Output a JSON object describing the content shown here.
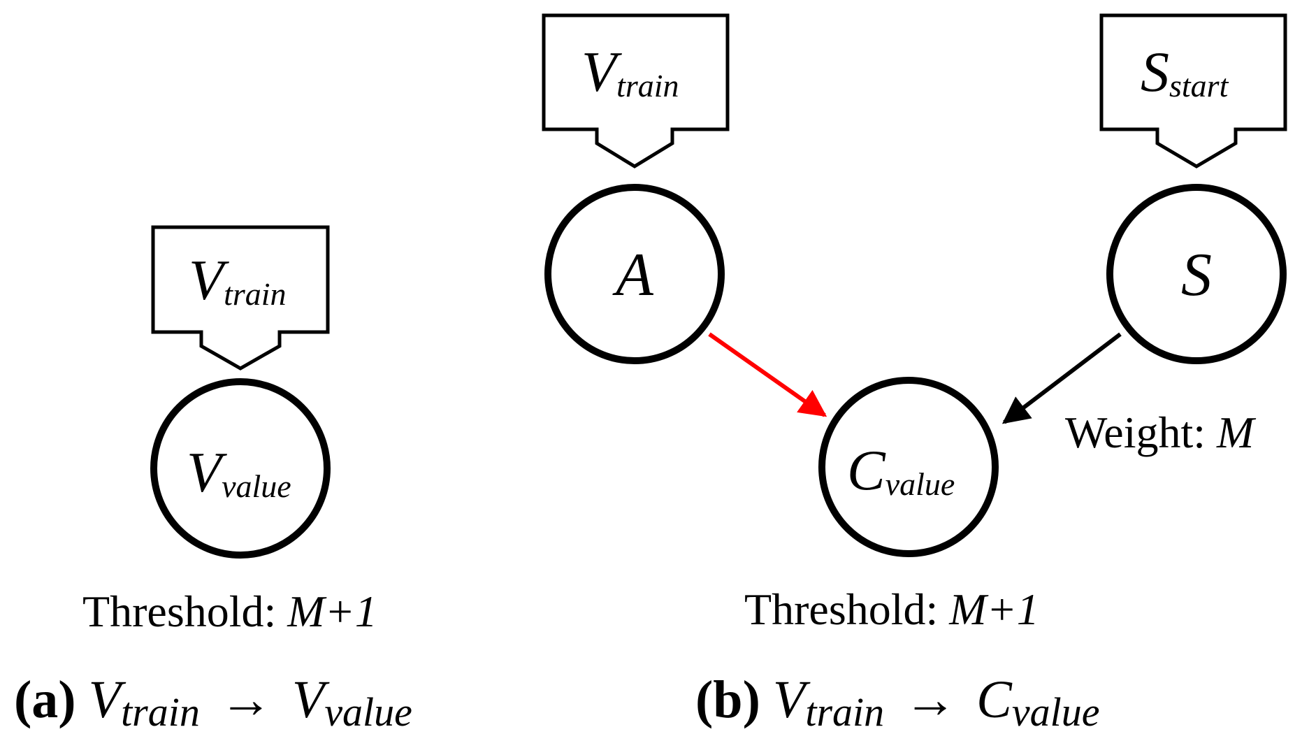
{
  "colors": {
    "stroke": "#000000",
    "activation_edge": "#ff0000",
    "weight_edge": "#000000",
    "background": "#ffffff"
  },
  "panel_a": {
    "input": {
      "base": "V",
      "sub": "train"
    },
    "node": {
      "base": "V",
      "sub": "value"
    },
    "threshold": {
      "label": "Threshold: ",
      "value": "M+1"
    },
    "caption": {
      "letter": "(a)",
      "from_base": "V",
      "from_sub": "train",
      "arrow": "→",
      "to_base": "V",
      "to_sub": "value"
    }
  },
  "panel_b": {
    "input_a": {
      "base": "V",
      "sub": "train"
    },
    "input_s": {
      "base": "S",
      "sub": "start"
    },
    "node_a": {
      "label": "A"
    },
    "node_s": {
      "label": "S"
    },
    "node_c": {
      "base": "C",
      "sub": "value"
    },
    "weight": {
      "label": "Weight: ",
      "value": "M"
    },
    "threshold": {
      "label": "Threshold: ",
      "value": "M+1"
    },
    "caption": {
      "letter": "(b)",
      "from_base": "V",
      "from_sub": "train",
      "arrow": "→",
      "to_base": "C",
      "to_sub": "value"
    }
  }
}
